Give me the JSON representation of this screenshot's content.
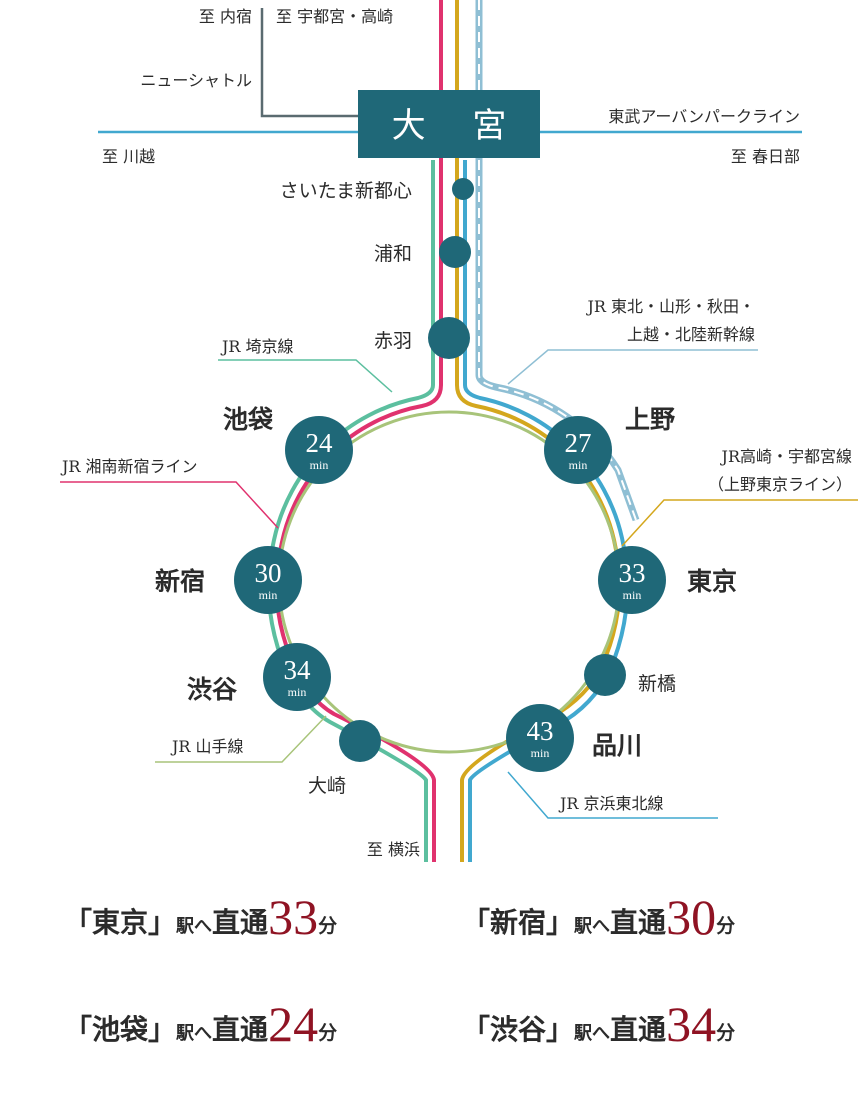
{
  "hub": {
    "name": "大 宮"
  },
  "directions": {
    "uchijuku": "至 内宿",
    "utsunomiya": "至 宇都宮・高崎",
    "kawagoe": "至 川越",
    "kasukabe": "至 春日部",
    "yokohama": "至 横浜"
  },
  "lines": {
    "new_shuttle": "ニューシャトル",
    "tobu": "東武アーバンパークライン",
    "saikyo": "JR 埼京線",
    "shinkansen_1": "JR 東北・山形・秋田・",
    "shinkansen_2": "上越・北陸新幹線",
    "shonan": "JR 湘南新宿ライン",
    "takasaki_1": "JR高崎・宇都宮線",
    "takasaki_2": "（上野東京ライン）",
    "yamanote": "JR 山手線",
    "keihin": "JR 京浜東北線"
  },
  "stations": {
    "saitama_shintoshin": "さいたま新都心",
    "urawa": "浦和",
    "akabane": "赤羽",
    "ikebukuro": {
      "name": "池袋",
      "time": "24",
      "unit": "min"
    },
    "ueno": {
      "name": "上野",
      "time": "27",
      "unit": "min"
    },
    "shinjuku": {
      "name": "新宿",
      "time": "30",
      "unit": "min"
    },
    "tokyo": {
      "name": "東京",
      "time": "33",
      "unit": "min"
    },
    "shibuya": {
      "name": "渋谷",
      "time": "34",
      "unit": "min"
    },
    "shinbashi": "新橋",
    "osaki": "大崎",
    "shinagawa": {
      "name": "品川",
      "time": "43",
      "unit": "min"
    }
  },
  "colors": {
    "saikyo": "#5cbf9f",
    "shonan": "#e0326e",
    "takasaki": "#d4a71d",
    "keihin": "#41a8cf",
    "yamanote": "#a8c47a",
    "shinkansen": "#8fbfd4",
    "tobu": "#41a8cf",
    "station": "#1f6878",
    "accent": "#8f1323"
  },
  "access": [
    {
      "open": "「",
      "station": "東京",
      "close": "」",
      "suffix": "駅へ",
      "direct": "直通",
      "minutes": "33",
      "unit": "分"
    },
    {
      "open": "「",
      "station": "新宿",
      "close": "」",
      "suffix": "駅へ",
      "direct": "直通",
      "minutes": "30",
      "unit": "分"
    },
    {
      "open": "「",
      "station": "池袋",
      "close": "」",
      "suffix": "駅へ",
      "direct": "直通",
      "minutes": "24",
      "unit": "分"
    },
    {
      "open": "「",
      "station": "渋谷",
      "close": "」",
      "suffix": "駅へ",
      "direct": "直通",
      "minutes": "34",
      "unit": "分"
    }
  ]
}
